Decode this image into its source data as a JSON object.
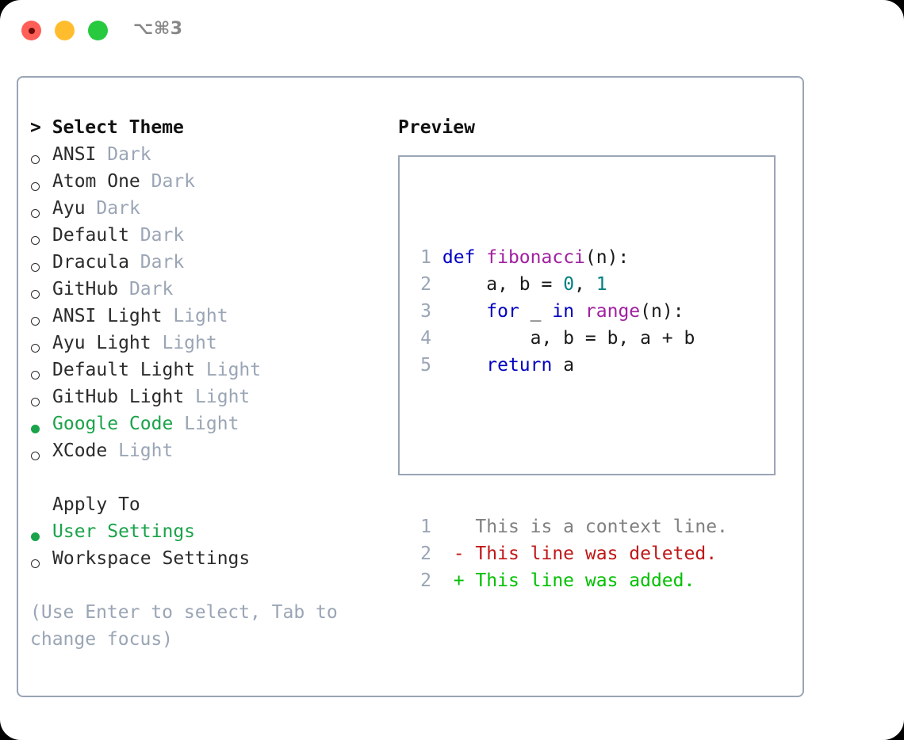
{
  "window": {
    "title": "⌥⌘3",
    "traffic_lights": [
      {
        "name": "close",
        "color": "#ff5f56"
      },
      {
        "name": "minimize",
        "color": "#ffbd2e"
      },
      {
        "name": "maximize",
        "color": "#27c93f"
      }
    ]
  },
  "theme_picker": {
    "header": "> Select Theme",
    "items": [
      {
        "marker": "o",
        "label": "ANSI",
        "tag": "Dark",
        "selected": false
      },
      {
        "marker": "o",
        "label": "Atom One",
        "tag": "Dark",
        "selected": false
      },
      {
        "marker": "o",
        "label": "Ayu",
        "tag": "Dark",
        "selected": false
      },
      {
        "marker": "o",
        "label": "Default",
        "tag": "Dark",
        "selected": false
      },
      {
        "marker": "o",
        "label": "Dracula",
        "tag": "Dark",
        "selected": false
      },
      {
        "marker": "o",
        "label": "GitHub",
        "tag": "Dark",
        "selected": false
      },
      {
        "marker": "o",
        "label": "ANSI Light",
        "tag": "Light",
        "selected": false
      },
      {
        "marker": "o",
        "label": "Ayu Light",
        "tag": "Light",
        "selected": false
      },
      {
        "marker": "o",
        "label": "Default Light",
        "tag": "Light",
        "selected": false
      },
      {
        "marker": "o",
        "label": "GitHub Light",
        "tag": "Light",
        "selected": false
      },
      {
        "marker": "●",
        "label": "Google Code",
        "tag": "Light",
        "selected": true
      },
      {
        "marker": "o",
        "label": "XCode",
        "tag": "Light",
        "selected": false
      }
    ]
  },
  "apply_to": {
    "header": "Apply To",
    "items": [
      {
        "marker": "●",
        "label": "User Settings",
        "selected": true
      },
      {
        "marker": "o",
        "label": "Workspace Settings",
        "selected": false
      }
    ]
  },
  "hint": "(Use Enter to select, Tab to change focus)",
  "preview": {
    "title": "Preview",
    "code_lines": [
      {
        "num": "1",
        "tokens": [
          {
            "t": "def",
            "c": "kw"
          },
          {
            "t": " ",
            "c": "plain"
          },
          {
            "t": "fibonacci",
            "c": "fn"
          },
          {
            "t": "(n):",
            "c": "plain"
          }
        ]
      },
      {
        "num": "2",
        "tokens": [
          {
            "t": "    a, b = ",
            "c": "plain"
          },
          {
            "t": "0",
            "c": "num"
          },
          {
            "t": ", ",
            "c": "plain"
          },
          {
            "t": "1",
            "c": "num"
          }
        ]
      },
      {
        "num": "3",
        "tokens": [
          {
            "t": "    ",
            "c": "plain"
          },
          {
            "t": "for",
            "c": "kw"
          },
          {
            "t": " _ ",
            "c": "plain"
          },
          {
            "t": "in",
            "c": "kw"
          },
          {
            "t": " ",
            "c": "plain"
          },
          {
            "t": "range",
            "c": "fn"
          },
          {
            "t": "(n):",
            "c": "plain"
          }
        ]
      },
      {
        "num": "4",
        "tokens": [
          {
            "t": "        a, b = b, a + b",
            "c": "plain"
          }
        ]
      },
      {
        "num": "5",
        "tokens": [
          {
            "t": "    ",
            "c": "plain"
          },
          {
            "t": "return",
            "c": "kw"
          },
          {
            "t": " a",
            "c": "plain"
          }
        ]
      }
    ],
    "diff_lines": [
      {
        "num": "1",
        "text": "  This is a context line.",
        "kind": "diff-ctx"
      },
      {
        "num": "2",
        "text": "- This line was deleted.",
        "kind": "diff-del"
      },
      {
        "num": "2",
        "text": "+ This line was added.",
        "kind": "diff-add"
      }
    ]
  },
  "colors": {
    "accent_green": "#1aa34a",
    "muted_tag": "#9aa5b5",
    "border": "#9aa5b5",
    "keyword": "#0000c0",
    "function": "#a020a0",
    "number": "#008080",
    "diff_added": "#00c000",
    "diff_deleted": "#c01818",
    "diff_context": "#808080"
  }
}
